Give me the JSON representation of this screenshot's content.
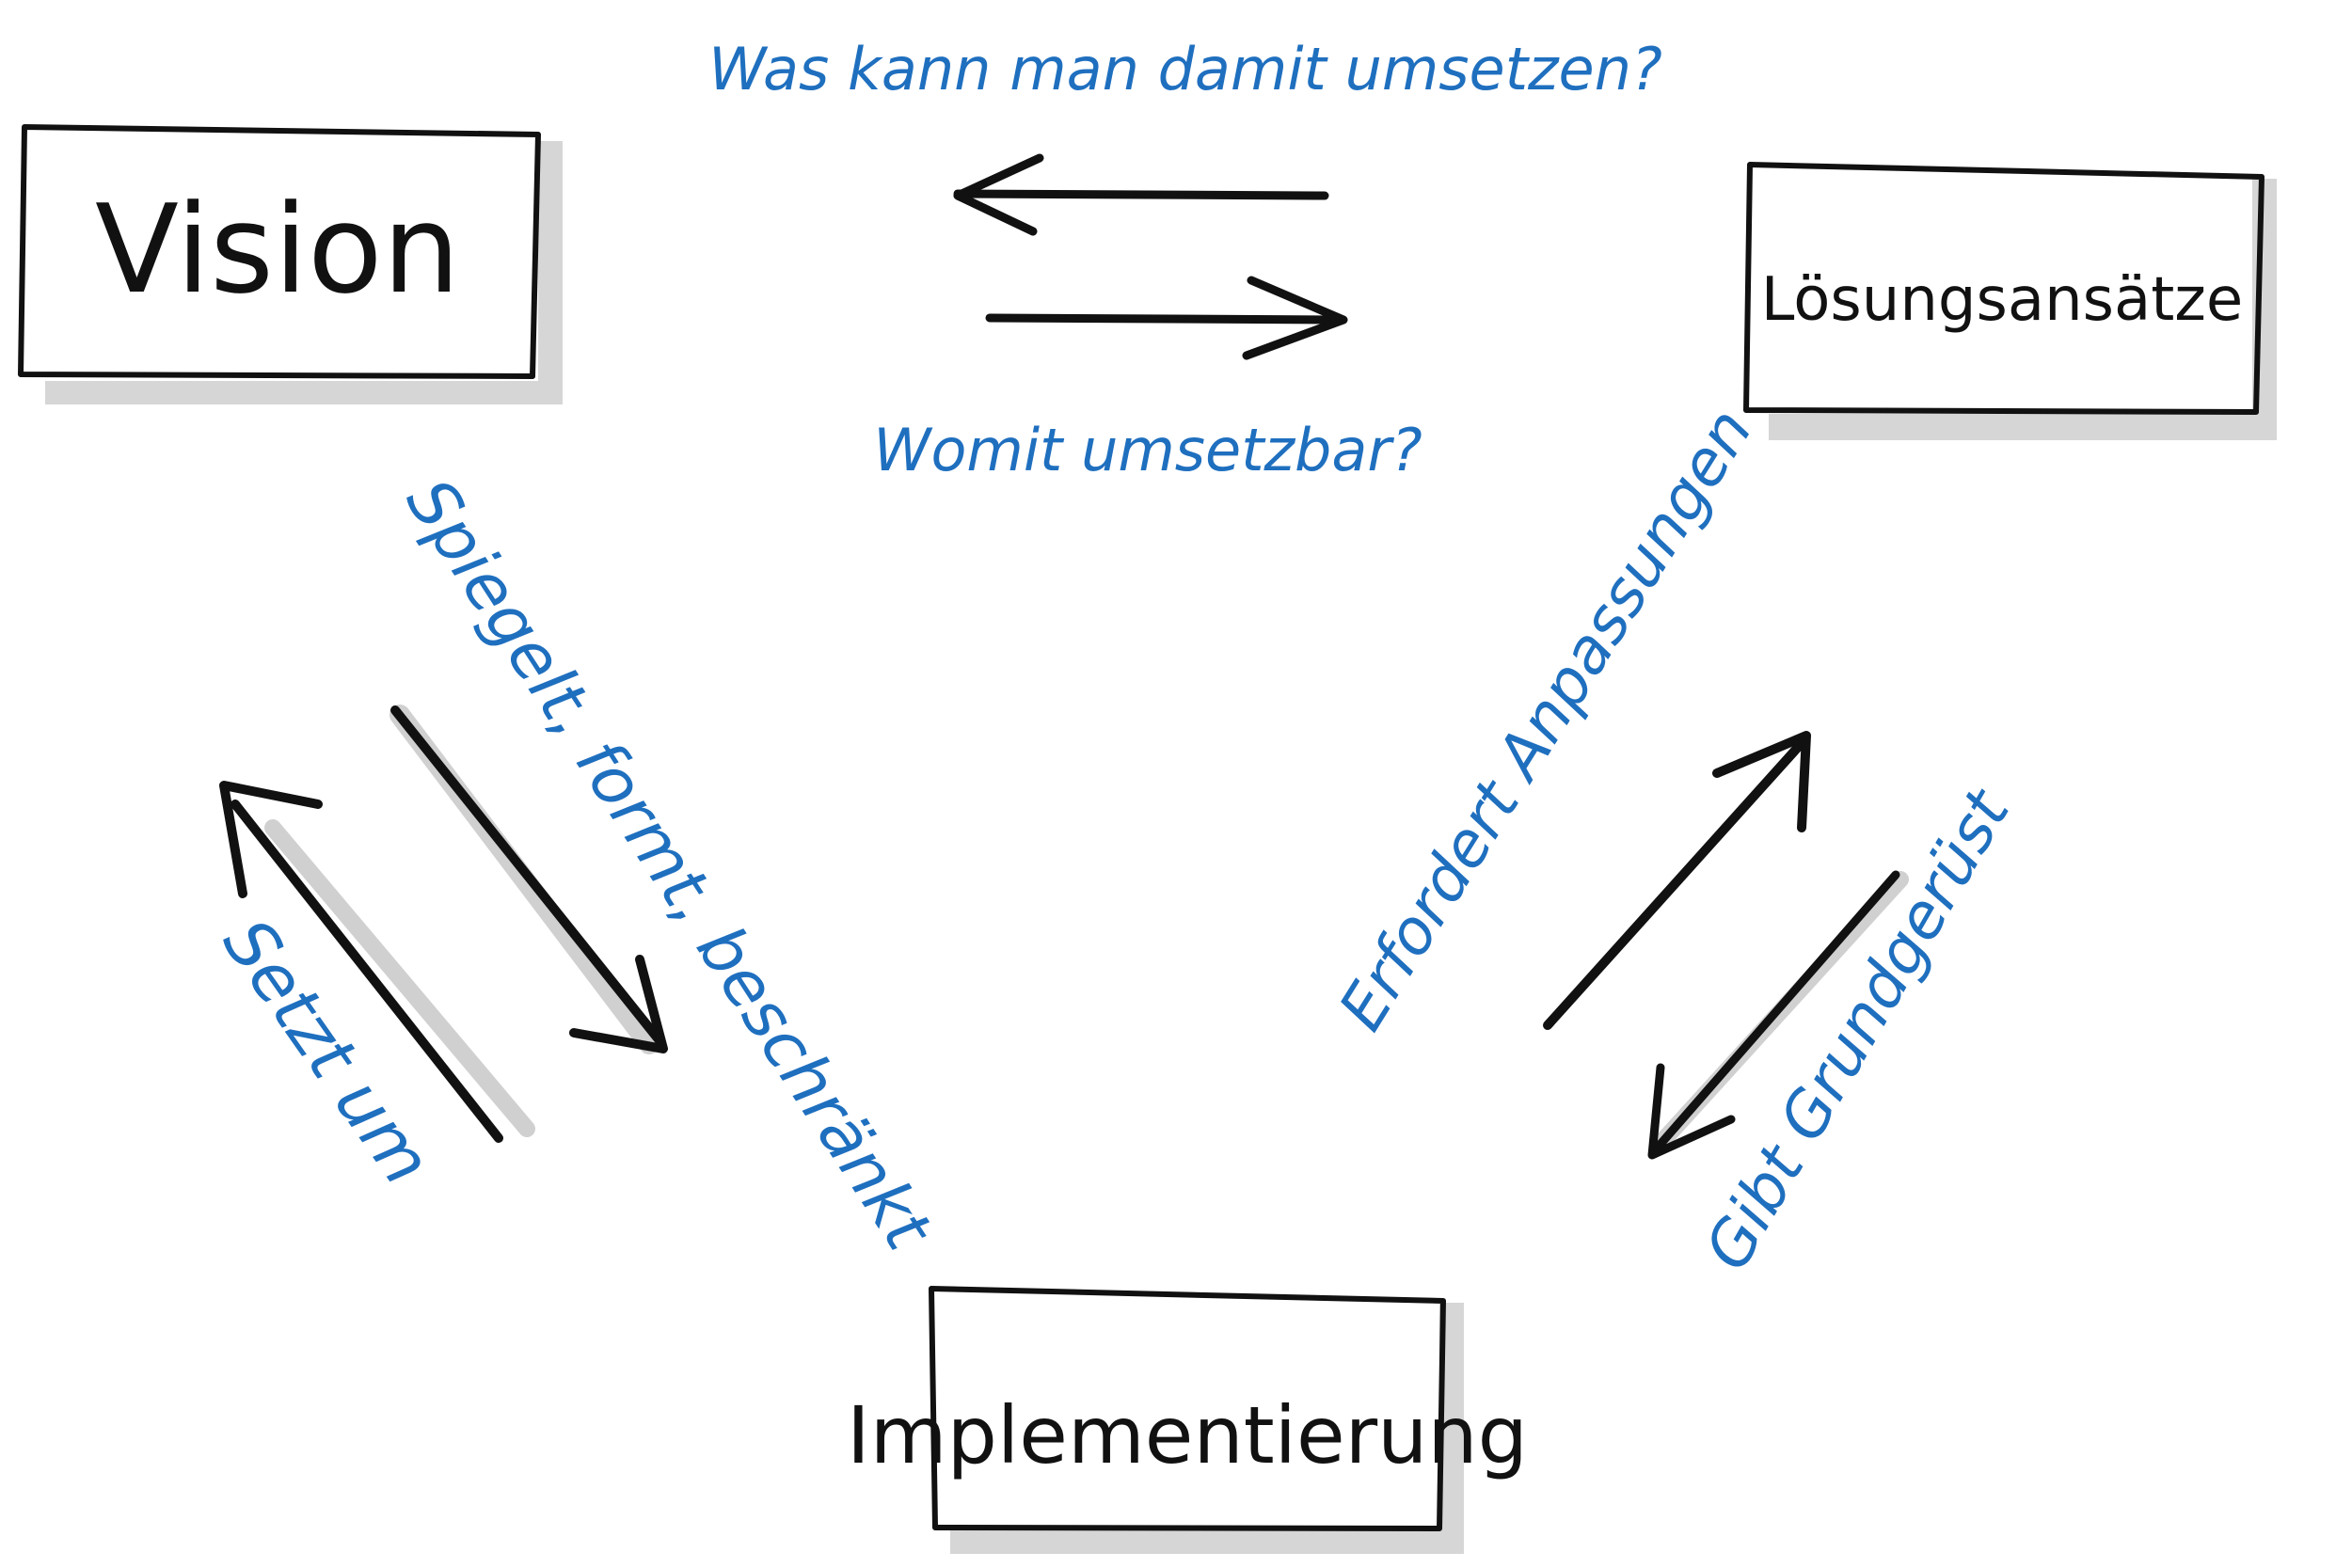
{
  "diagram": {
    "nodes": {
      "vision": {
        "label": "Vision"
      },
      "loesungsansaetze": {
        "label": "Lösungsansätze"
      },
      "implementierung": {
        "label": "Implementierung"
      }
    },
    "edges": {
      "top_upper": {
        "from": "loesungsansaetze",
        "to": "vision",
        "label": "Was kann man damit umsetzen?"
      },
      "top_lower": {
        "from": "vision",
        "to": "loesungsansaetze",
        "label": "Womit umsetzbar?"
      },
      "left_outer": {
        "from": "implementierung",
        "to": "vision",
        "label": "Setzt um"
      },
      "left_inner": {
        "from": "vision",
        "to": "implementierung",
        "label": "Spiegelt, formt, beschränkt"
      },
      "right_outer": {
        "from": "implementierung",
        "to": "loesungsansaetze",
        "label": "Erfordert Anpassungen"
      },
      "right_inner": {
        "from": "loesungsansaetze",
        "to": "implementierung",
        "label": "Gibt Grundgerüst"
      }
    },
    "colors": {
      "ink": "#111111",
      "annotation": "#1f6fbf",
      "shadow": "#d6d6d6"
    }
  }
}
